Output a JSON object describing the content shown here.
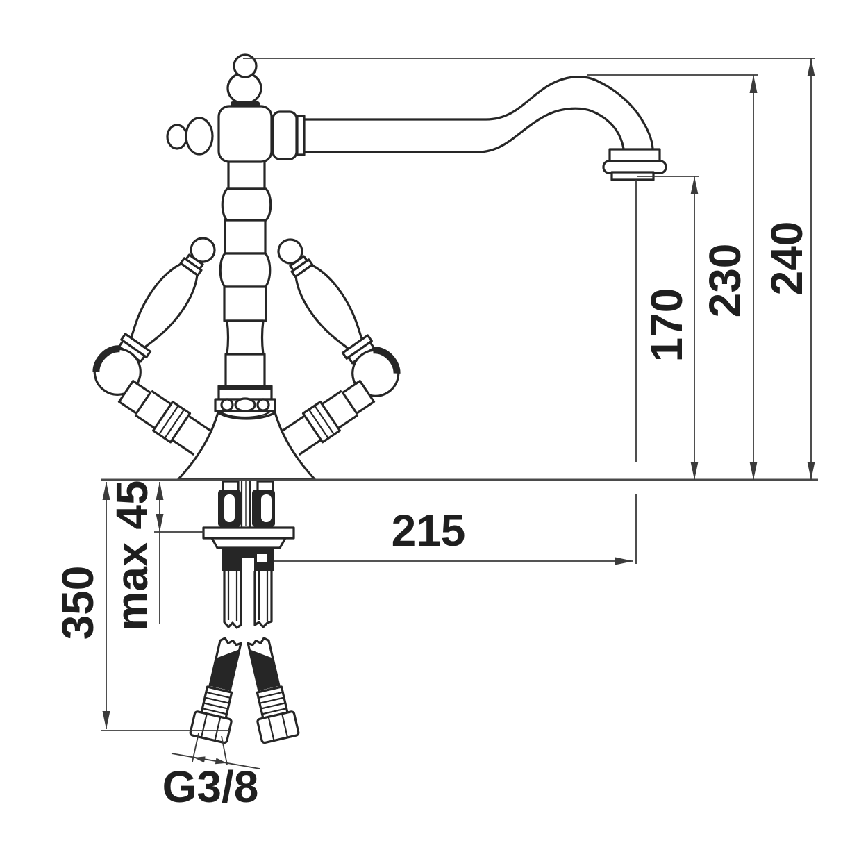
{
  "diagram": {
    "type": "technical-dimension-drawing",
    "subject": "two-handle single-hole mixer tap, side elevation with installation dimensions",
    "units": "mm",
    "dims": {
      "overall_height": "240",
      "spout_top_height": "230",
      "outlet_height": "170",
      "spout_reach": "215",
      "hose_length": "350",
      "max_deck_thickness": "max 45",
      "supply_thread": "G3/8"
    },
    "colors": {
      "line": "#262626",
      "dimension": "#3b3b3b",
      "counter_line": "#4a4a4a",
      "background": "#ffffff"
    }
  }
}
